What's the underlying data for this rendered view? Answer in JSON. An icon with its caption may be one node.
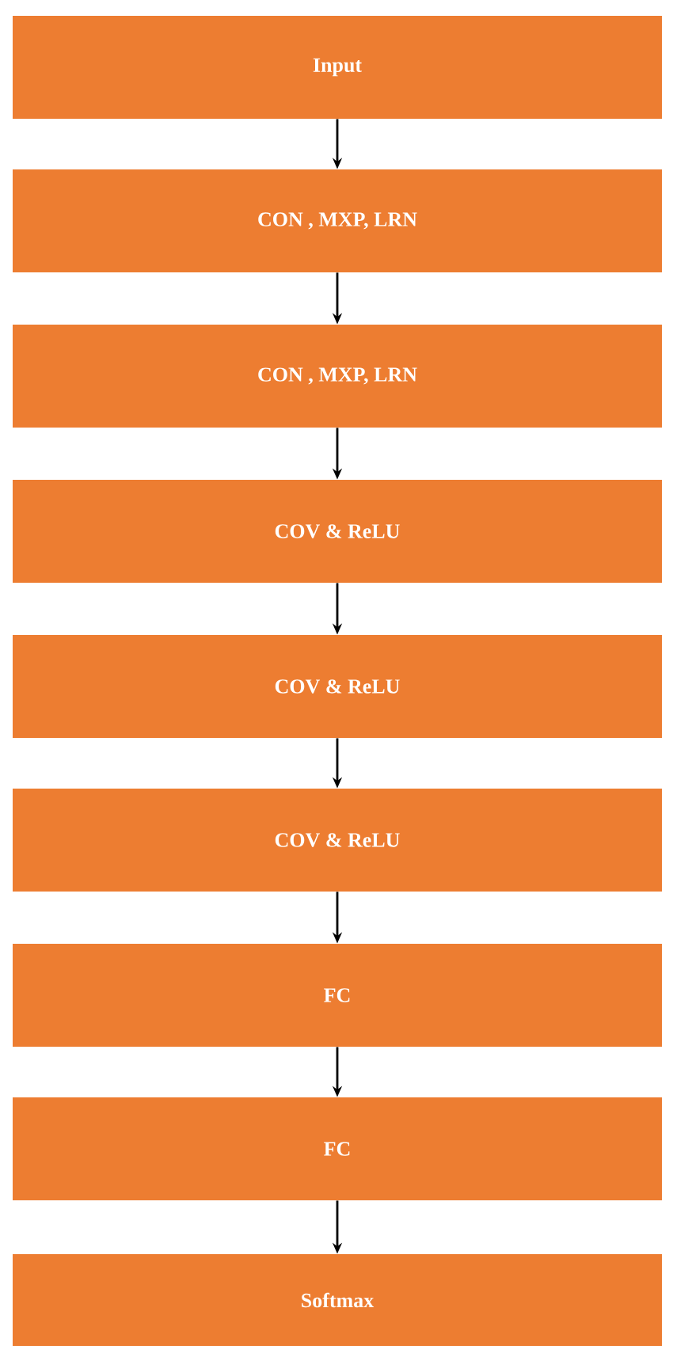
{
  "diagram": {
    "nodes": [
      {
        "text": [
          "Input"
        ]
      },
      {
        "text": [
          "CON , MXP, LRN"
        ]
      },
      {
        "text": [
          "CON , MXP, LRN"
        ]
      },
      {
        "text": [
          "COV & ReLU"
        ]
      },
      {
        "text": [
          "COV & ReLU"
        ]
      },
      {
        "text": [
          "COV & ReLU"
        ]
      },
      {
        "text": [
          "FC"
        ]
      },
      {
        "text": [
          "FC"
        ]
      },
      {
        "text": [
          "Softmax"
        ]
      }
    ],
    "edges": [
      {
        "from": 0,
        "to": 1,
        "arrow": "to"
      },
      {
        "from": 1,
        "to": 2,
        "arrow": "to"
      },
      {
        "from": 2,
        "to": 3,
        "arrow": "to"
      },
      {
        "from": 3,
        "to": 4,
        "arrow": "to"
      },
      {
        "from": 4,
        "to": 5,
        "arrow": "to"
      },
      {
        "from": 5,
        "to": 6,
        "arrow": "to"
      },
      {
        "from": 6,
        "to": 7,
        "arrow": "to"
      },
      {
        "from": 7,
        "to": 8,
        "arrow": "to"
      }
    ]
  }
}
